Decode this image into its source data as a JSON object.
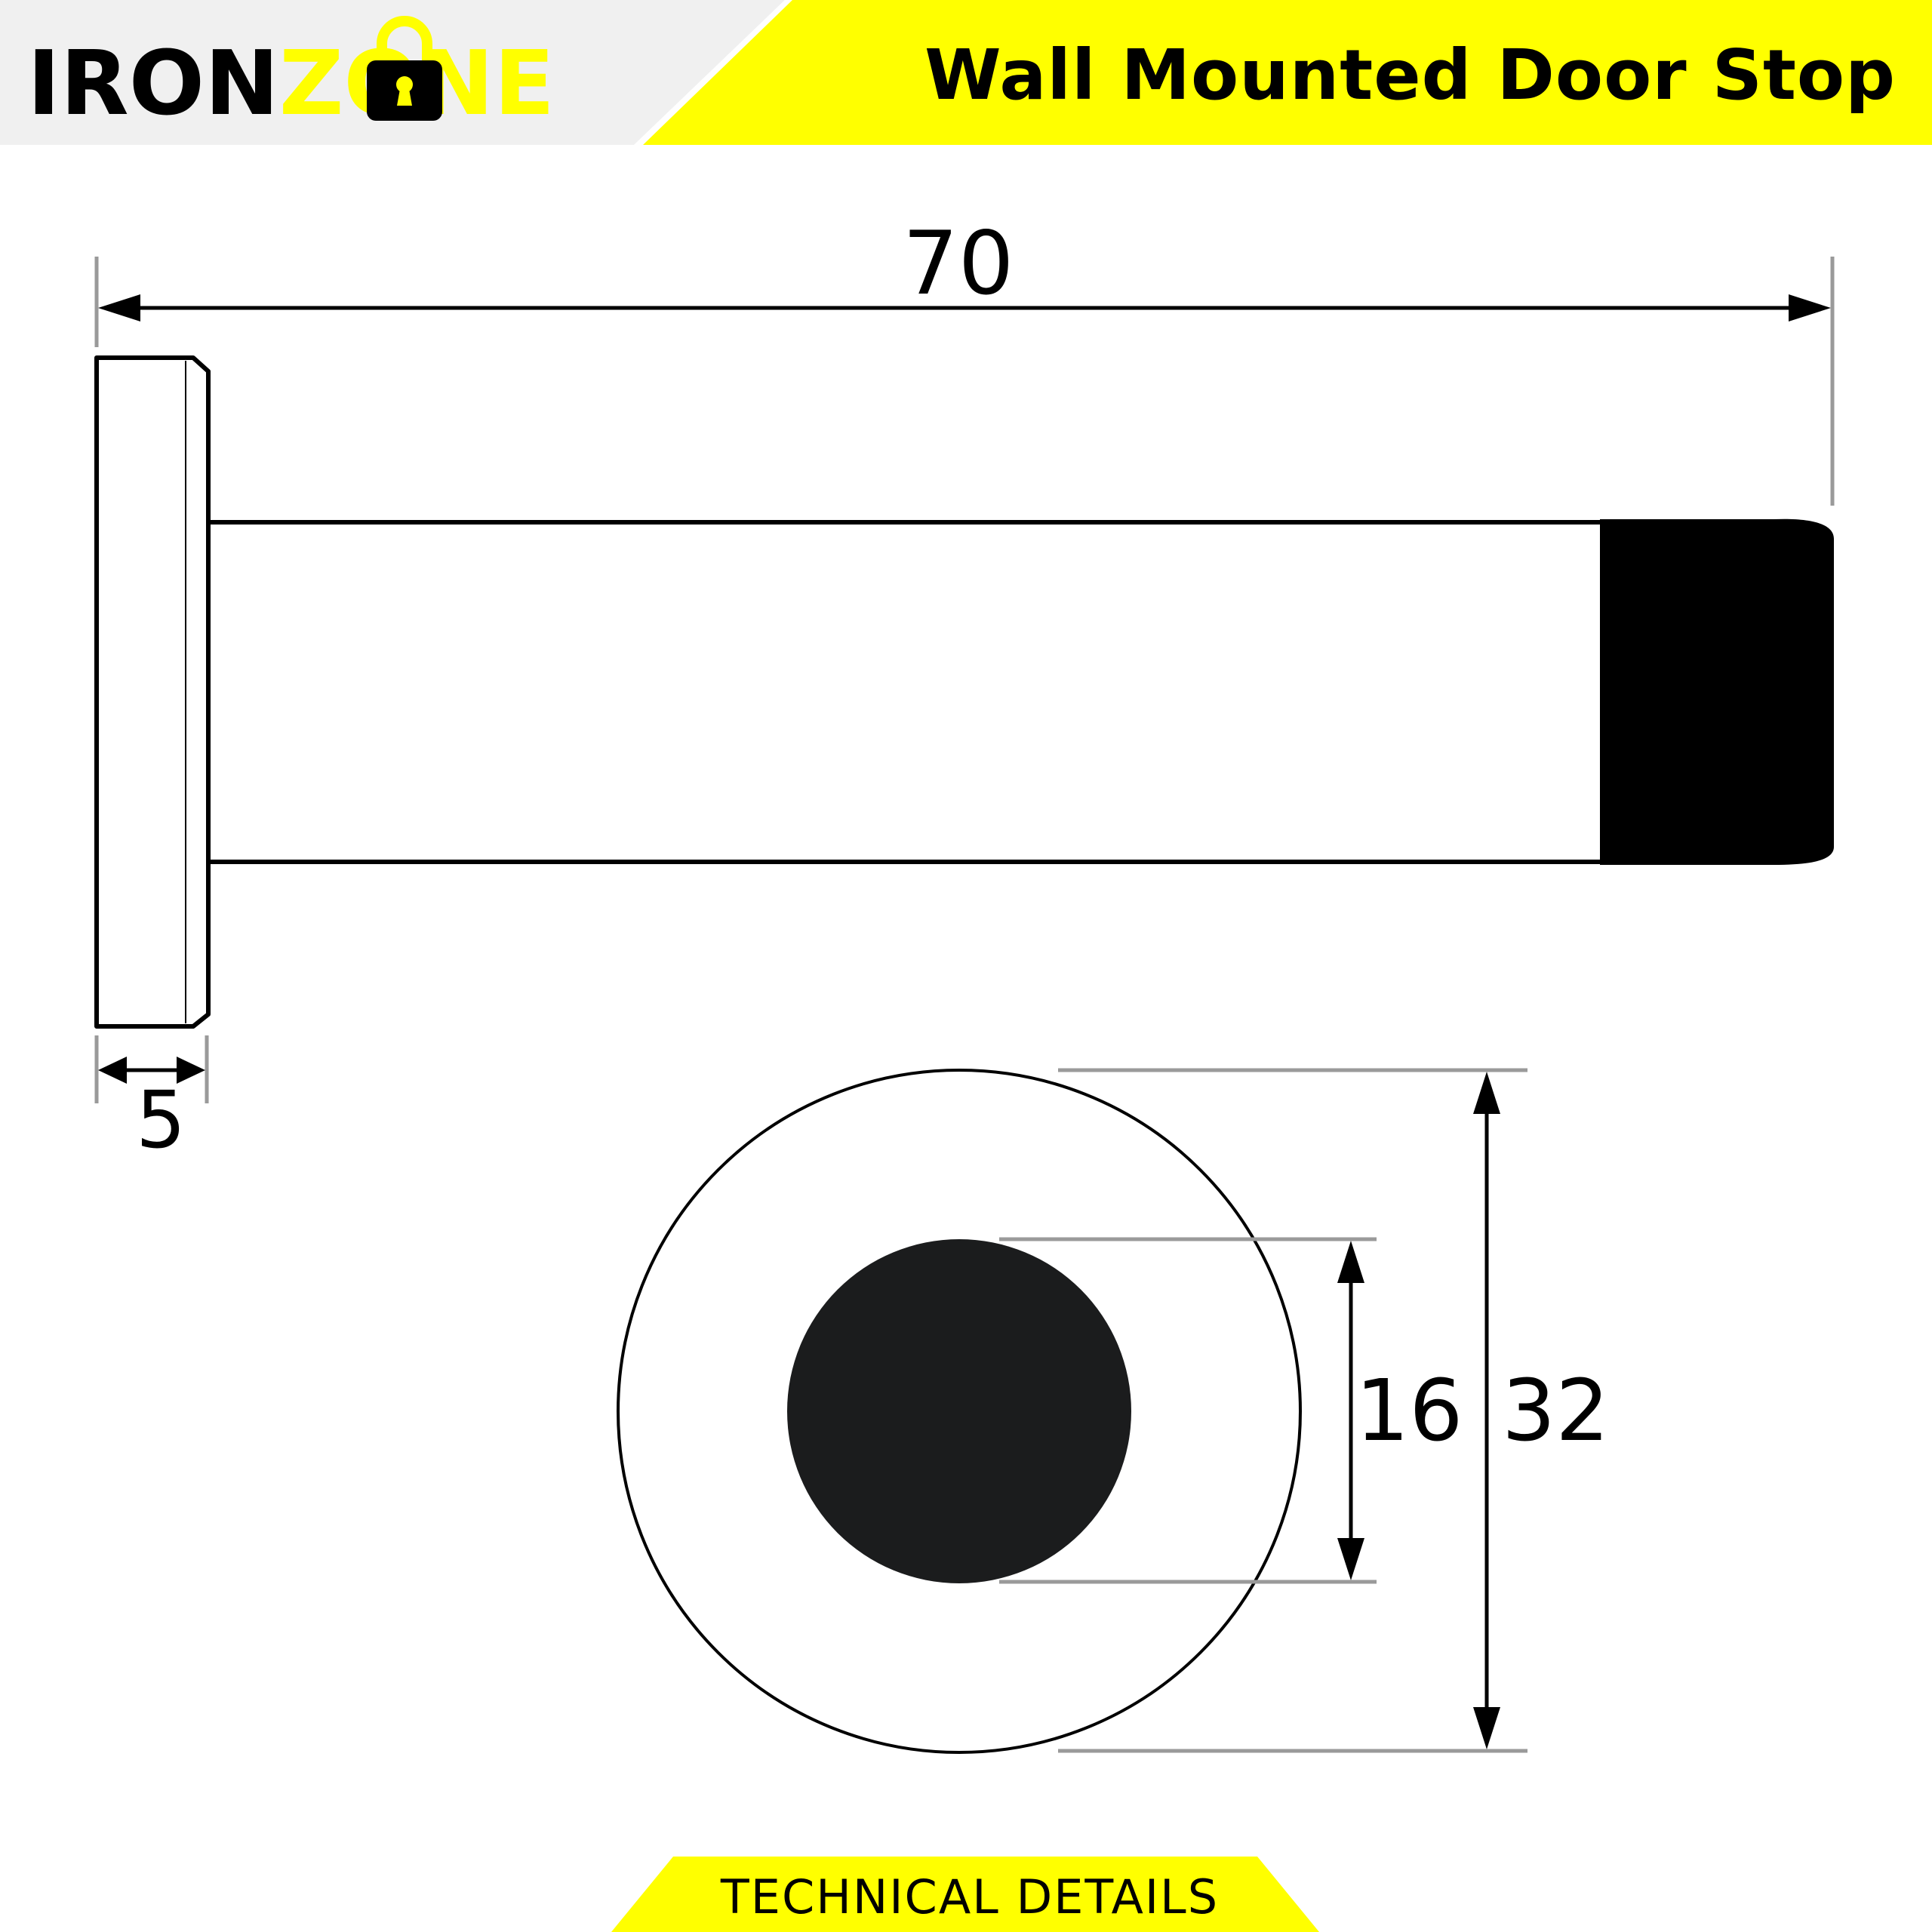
{
  "header": {
    "logo": {
      "part1": "IRON",
      "part2": "ZONE"
    },
    "title": "Wall Mounted Door Stop"
  },
  "colors": {
    "accent": "#ffff00",
    "header_gray": "#f0f0f0",
    "ink": "#000000",
    "rubber": "#1b1c1d",
    "guide": "#9a9a9a"
  },
  "icons": [
    "padlock-icon"
  ],
  "dimensions": {
    "overall_length": "70",
    "plate_thickness": "5",
    "tip_diameter": "16",
    "plate_diameter": "32"
  },
  "footer": {
    "label": "TECHNICAL DETAILS"
  }
}
